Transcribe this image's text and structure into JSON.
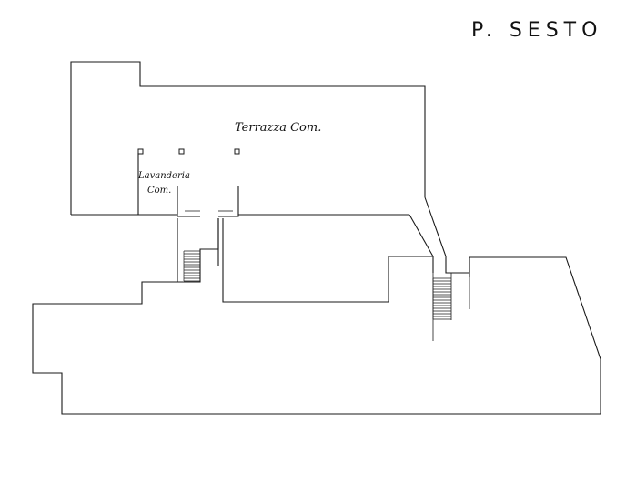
{
  "floor_label": "P. SESTO",
  "rooms": {
    "terrace": "Terrazza  Com.",
    "laundry_line1": "Lavanderia",
    "laundry_line2": "Com."
  }
}
